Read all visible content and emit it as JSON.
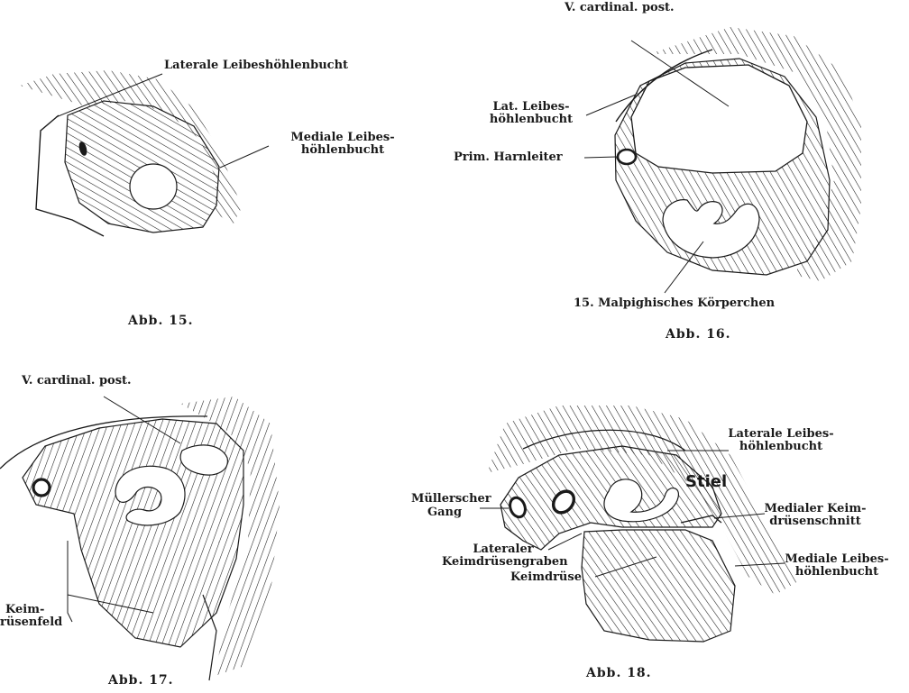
{
  "figures": [
    {
      "caption": "Abb. 15.",
      "labels": {
        "laterale": "Laterale Leibeshöhlenbucht",
        "mediale_1": "Mediale Leibes-",
        "mediale_2": "höhlenbucht"
      }
    },
    {
      "caption": "Abb. 16.",
      "labels": {
        "v_cardinal": "V. cardinal. post.",
        "lat_1": "Lat. Leibes-",
        "lat_2": "höhlenbucht",
        "prim": "Prim. Harnleiter",
        "malpighi": "15. Malpighisches Körperchen"
      }
    },
    {
      "caption": "Abb. 17.",
      "labels": {
        "v_cardinal": "V. cardinal. post.",
        "keim_1": "Keim-",
        "keim_2": "rüsenfeld"
      }
    },
    {
      "caption": "Abb. 18.",
      "labels": {
        "laterale_1": "Laterale Leibes-",
        "laterale_2": "höhlenbucht",
        "stiel": "Stiel",
        "mueller_1": "Müllerscher",
        "mueller_2": "Gang",
        "medialer_1": "Medialer Keim-",
        "medialer_2": "drüsenschnitt",
        "lateraler_1": "Lateraler",
        "lateraler_2": "Keimdrüsengraben",
        "mediale_1": "Mediale Leibes-",
        "mediale_2": "höhlenbucht",
        "keimdruese": "Keimdrüse"
      }
    }
  ],
  "colors": {
    "ink": "#1a1a1a",
    "paper": "#ffffff"
  }
}
